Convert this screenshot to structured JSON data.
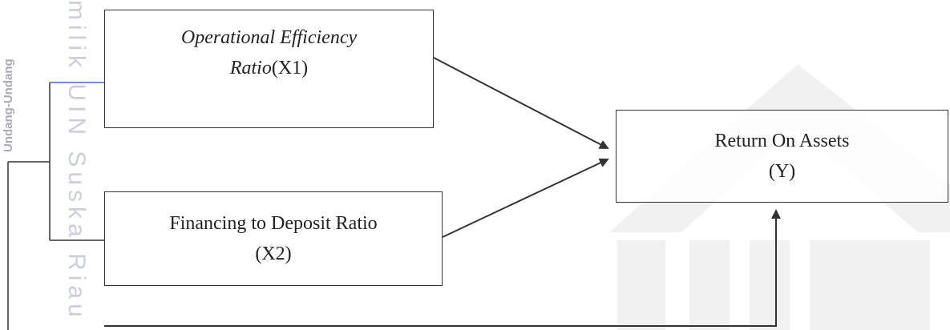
{
  "boxes": {
    "x1": {
      "line1_italic": "Operational Efficiency",
      "line2_italic": "Ratio",
      "line2_rest": "(X1)"
    },
    "x2": {
      "line1": "Financing to Deposit Ratio",
      "line2": "(X2)"
    },
    "y": {
      "line1": "Return On Assets",
      "line2": "(Y)"
    }
  },
  "watermark": {
    "vertical_text": "milik UIN Suska Riau",
    "left_edge_text": "Undang-Undang",
    "color": "#c9cfdc"
  },
  "colors": {
    "line": "#333333",
    "bracket_accent": "#3d6fbf",
    "text": "#222222"
  }
}
